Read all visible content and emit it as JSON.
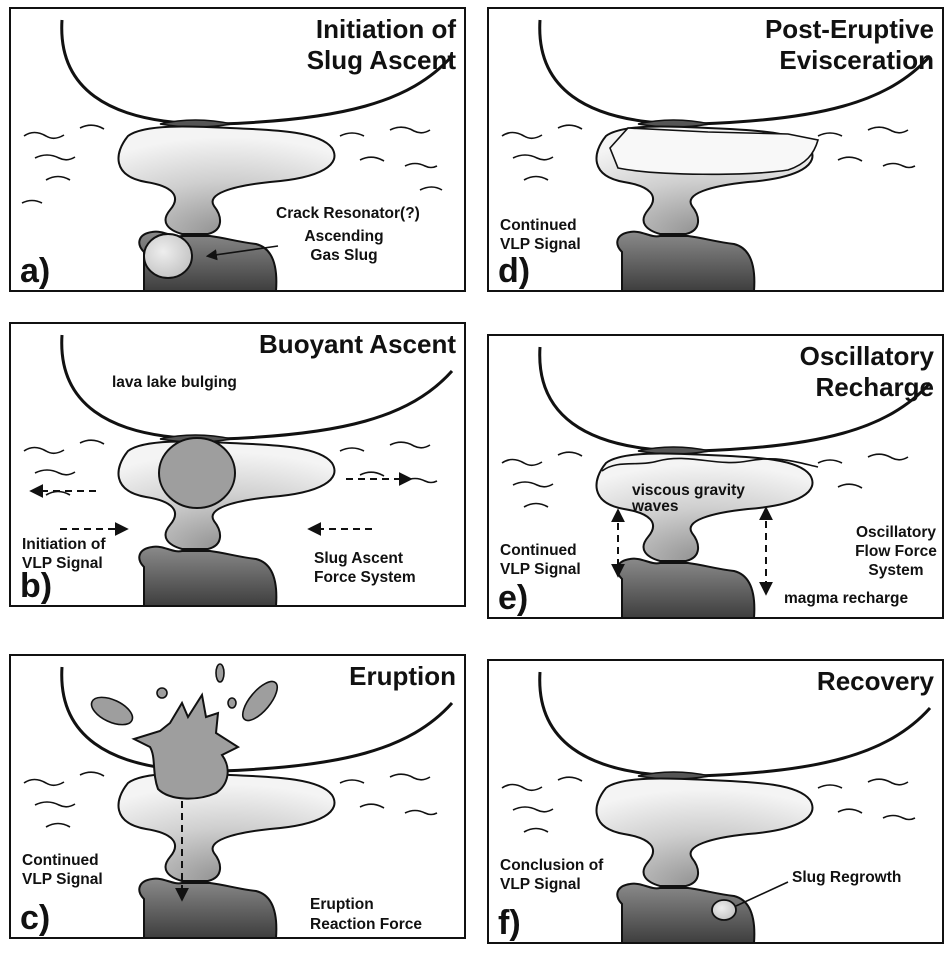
{
  "panels": [
    {
      "id": "a",
      "letter": "a)",
      "title": [
        "Initiation of",
        "Slug Ascent"
      ],
      "labels": [
        [
          "Crack Resonator(?)"
        ],
        [
          "Ascending",
          "Gas Slug"
        ]
      ]
    },
    {
      "id": "b",
      "letter": "b)",
      "title": [
        "Buoyant Ascent"
      ],
      "labels": [
        [
          "lava lake bulging"
        ],
        [
          "Initiation of",
          "VLP Signal"
        ],
        [
          "Slug Ascent",
          "Force System"
        ]
      ]
    },
    {
      "id": "c",
      "letter": "c)",
      "title": [
        "Eruption"
      ],
      "labels": [
        [
          "Continued",
          "VLP Signal"
        ],
        [
          "Eruption",
          "Reaction Force"
        ]
      ]
    },
    {
      "id": "d",
      "letter": "d)",
      "title": [
        "Post-Eruptive",
        "Evisceration"
      ],
      "labels": [
        [
          "Continued",
          "VLP Signal"
        ]
      ]
    },
    {
      "id": "e",
      "letter": "e)",
      "title": [
        "Oscillatory",
        "Recharge"
      ],
      "labels": [
        [
          "viscous gravity",
          "waves"
        ],
        [
          "Oscillatory",
          "Flow Force",
          "System"
        ],
        [
          "Continued",
          "VLP Signal"
        ],
        [
          "magma recharge"
        ]
      ]
    },
    {
      "id": "f",
      "letter": "f)",
      "title": [
        "Recovery"
      ],
      "labels": [
        [
          "Conclusion of",
          "VLP Signal"
        ],
        [
          "Slug Regrowth"
        ]
      ]
    }
  ]
}
